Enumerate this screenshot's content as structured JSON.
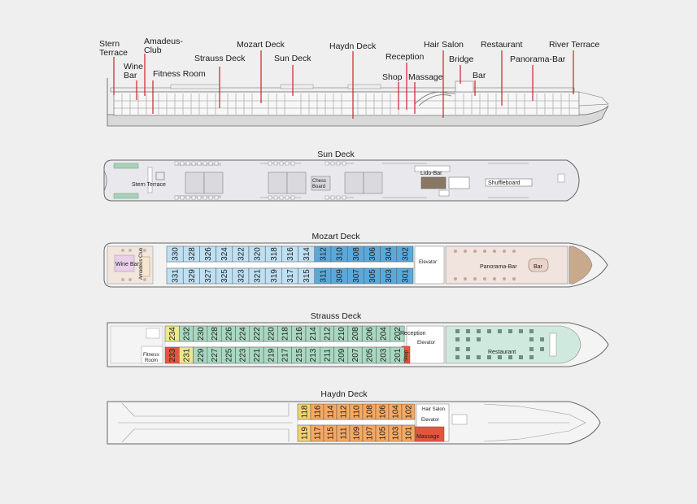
{
  "profile_labels": {
    "stern_terrace_1": "Stern",
    "stern_terrace_2": "Terrace",
    "wine_bar_1": "Wine",
    "wine_bar_2": "Bar",
    "amadeus_club_1": "Amadeus-",
    "amadeus_club_2": "Club",
    "fitness_room": "Fitness Room",
    "strauss_deck": "Strauss Deck",
    "mozart_deck": "Mozart Deck",
    "sun_deck": "Sun Deck",
    "haydn_deck": "Haydn Deck",
    "shop": "Shop",
    "reception": "Reception",
    "massage": "Massage",
    "hair_salon": "Hair Salon",
    "bridge": "Bridge",
    "bar": "Bar",
    "restaurant": "Restaurant",
    "panorama_bar": "Panorama-Bar",
    "river_terrace": "River Terrace"
  },
  "sun_deck": {
    "title": "Sun Deck",
    "stern_terrace": "Stern Terrace",
    "chess_1": "Chess",
    "chess_2": "Board",
    "lido_bar": "Lido-Bar",
    "shuffleboard": "Shuffleboard"
  },
  "mozart_deck": {
    "title": "Mozart Deck",
    "top_row": [
      "330",
      "328",
      "326",
      "324",
      "322",
      "320",
      "318",
      "316",
      "314",
      "312",
      "310",
      "308",
      "306",
      "304",
      "302"
    ],
    "bottom_row": [
      "331",
      "329",
      "327",
      "325",
      "323",
      "321",
      "319",
      "317",
      "315",
      "311",
      "309",
      "307",
      "305",
      "303",
      "301"
    ],
    "wine_bar": "Wine Bar",
    "amadeus_club": "Amadeus Club",
    "elevator": "Elevator",
    "panorama_bar": "Panorama-Bar",
    "bar": "Bar"
  },
  "strauss_deck": {
    "title": "Strauss Deck",
    "top_row": [
      "234",
      "232",
      "230",
      "228",
      "226",
      "224",
      "222",
      "220",
      "218",
      "216",
      "214",
      "212",
      "210",
      "208",
      "206",
      "204",
      "202"
    ],
    "bottom_row": [
      "233",
      "231",
      "229",
      "227",
      "225",
      "223",
      "221",
      "219",
      "217",
      "215",
      "213",
      "211",
      "209",
      "207",
      "205",
      "203",
      "201"
    ],
    "fitness_1": "Fitness",
    "fitness_2": "Room",
    "reception": "Reception",
    "elevator": "Elevator",
    "shop": "Shop",
    "restaurant": "Restaurant"
  },
  "haydn_deck": {
    "title": "Haydn Deck",
    "top_row": [
      "118",
      "116",
      "114",
      "112",
      "110",
      "108",
      "106",
      "104",
      "102"
    ],
    "bottom_row": [
      "119",
      "117",
      "115",
      "111",
      "109",
      "107",
      "105",
      "103",
      "101"
    ],
    "hair_salon": "Hair Salon",
    "elevator": "Elevator",
    "massage": "Massage"
  },
  "colors": {
    "background": "#efefef",
    "mozart_suite_blue": "#5aa9dc",
    "mozart_cabin_blue": "#bfe0f3",
    "strauss_green": "#a9d8c1",
    "strauss_yellow": "#ece890",
    "strauss_red": "#e2563f",
    "haydn_orange": "#f7a962",
    "haydn_yellow": "#f3d36e",
    "haydn_red": "#e2563f",
    "callout_red": "#d0202a"
  }
}
